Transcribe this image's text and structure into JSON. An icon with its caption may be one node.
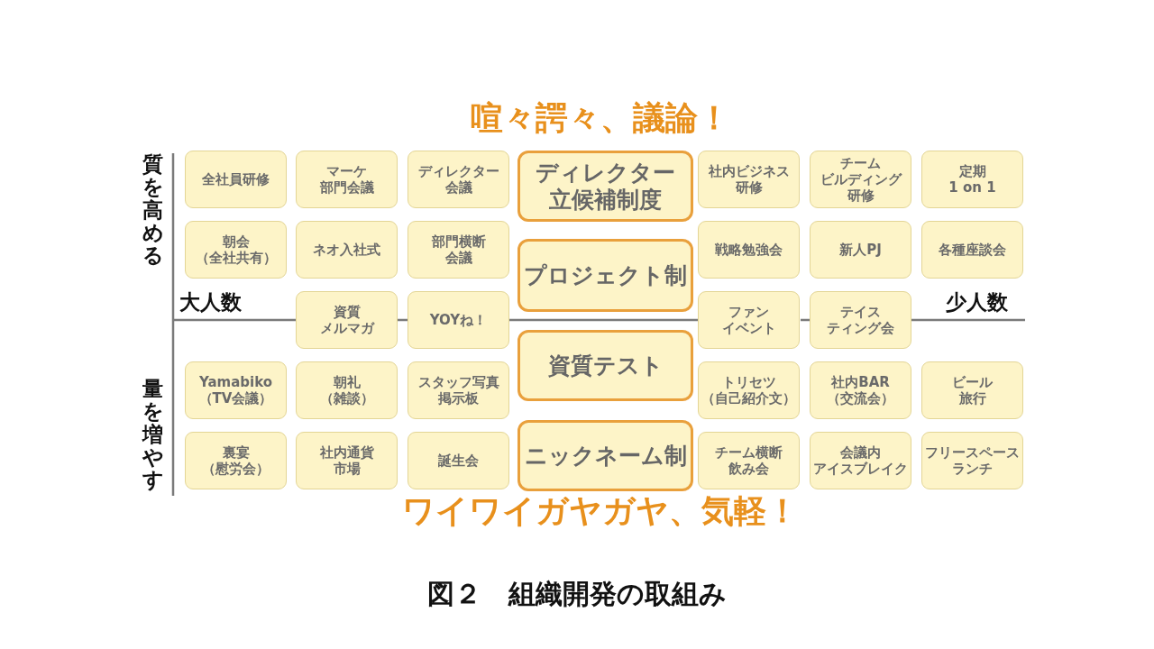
{
  "diagram": {
    "caption": "図２　組織開発の取組み",
    "nodes": [
      {
        "text": [
          "全社員研修"
        ]
      },
      {
        "text": [
          "マーケ部門会議"
        ]
      },
      {
        "text": [
          "ディレクター会議"
        ]
      },
      {
        "text": [
          "ディレクター立候補制度"
        ]
      },
      {
        "text": [
          "社内ビジネス研修"
        ]
      },
      {
        "text": [
          "チームビルディング研修"
        ]
      },
      {
        "text": [
          "定期1 on 1"
        ]
      },
      {
        "text": [
          "朝会（全社共有）"
        ]
      },
      {
        "text": [
          "ネオ入社式"
        ]
      },
      {
        "text": [
          "部門横断会議"
        ]
      },
      {
        "text": [
          "プロジェクト制"
        ]
      },
      {
        "text": [
          "戦略勉強会"
        ]
      },
      {
        "text": [
          "新人PJ"
        ]
      },
      {
        "text": [
          "各種座談会"
        ]
      },
      {
        "text": [
          "資質メルマガ"
        ]
      },
      {
        "text": [
          "YOYね！"
        ]
      },
      {
        "text": [
          "ファンイベント"
        ]
      },
      {
        "text": [
          "テイスティング会"
        ]
      },
      {
        "text": [
          "Yamabiko（TV会議）"
        ]
      },
      {
        "text": [
          "朝礼（雑談）"
        ]
      },
      {
        "text": [
          "スタッフ写真掲示板"
        ]
      },
      {
        "text": [
          "資質テスト"
        ]
      },
      {
        "text": [
          "トリセツ（自己紹介文）"
        ]
      },
      {
        "text": [
          "社内BAR（交流会）"
        ]
      },
      {
        "text": [
          "ビール旅行"
        ]
      },
      {
        "text": [
          "裏宴（慰労会）"
        ]
      },
      {
        "text": [
          "社内通貨市場"
        ]
      },
      {
        "text": [
          "誕生会"
        ]
      },
      {
        "text": [
          "ニックネーム制"
        ]
      },
      {
        "text": [
          "チーム横断飲み会"
        ]
      },
      {
        "text": [
          "会議内アイスブレイク"
        ]
      },
      {
        "text": [
          "フリースペースランチ"
        ]
      }
    ],
    "labels": [
      "喧々諤々、議論！",
      "質を高める",
      "大人数",
      "少人数",
      "量を増やす",
      "ワイワイガヤガヤ、気軽！"
    ]
  }
}
